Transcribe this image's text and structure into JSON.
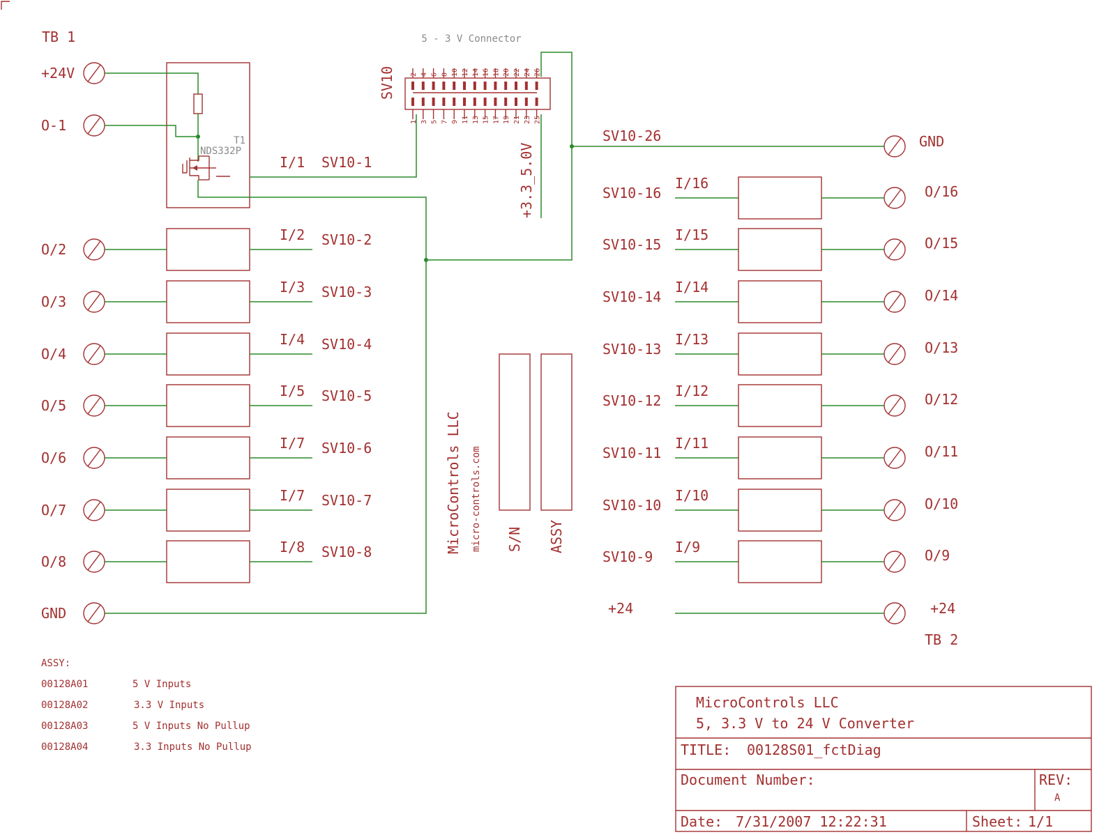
{
  "corner_mark": "",
  "tb1": {
    "label": "TB 1",
    "terminals": [
      "+24V",
      "O-1",
      "O/2",
      "O/3",
      "O/4",
      "O/5",
      "O/6",
      "O/7",
      "O/8",
      "GND"
    ]
  },
  "transistor": {
    "ref": "T1",
    "part": "NDS332P"
  },
  "left_inputs": [
    {
      "net": "I/1",
      "sv": "SV10-1"
    },
    {
      "net": "I/2",
      "sv": "SV10-2"
    },
    {
      "net": "I/3",
      "sv": "SV10-3"
    },
    {
      "net": "I/4",
      "sv": "SV10-4"
    },
    {
      "net": "I/5",
      "sv": "SV10-5"
    },
    {
      "net": "I/7",
      "sv": "SV10-6"
    },
    {
      "net": "I/7",
      "sv": "SV10-7"
    },
    {
      "net": "I/8",
      "sv": "SV10-8"
    }
  ],
  "connector": {
    "title": "5 - 3 V Connector",
    "ref": "SV10",
    "pins_top": [
      "2",
      "4",
      "6",
      "8",
      "10",
      "12",
      "14",
      "16",
      "18",
      "20",
      "22",
      "24",
      "26"
    ],
    "pins_bottom": [
      "1",
      "3",
      "5",
      "7",
      "9",
      "11",
      "13",
      "15",
      "17",
      "19",
      "21",
      "23",
      "25"
    ],
    "supply_label": "+3.3_5.0V"
  },
  "right_gnd": {
    "net": "SV10-26",
    "terminal": "GND"
  },
  "right_rows": [
    {
      "sv": "SV10-16",
      "net": "I/16",
      "out": "O/16"
    },
    {
      "sv": "SV10-15",
      "net": "I/15",
      "out": "O/15"
    },
    {
      "sv": "SV10-14",
      "net": "I/14",
      "out": "O/14"
    },
    {
      "sv": "SV10-13",
      "net": "I/13",
      "out": "O/13"
    },
    {
      "sv": "SV10-12",
      "net": "I/12",
      "out": "O/12"
    },
    {
      "sv": "SV10-11",
      "net": "I/11",
      "out": "O/11"
    },
    {
      "sv": "SV10-10",
      "net": "I/10",
      "out": "O/10"
    },
    {
      "sv": "SV10-9",
      "net": "I/9",
      "out": "O/9"
    }
  ],
  "right_supply": {
    "net": "+24",
    "terminal": "+24"
  },
  "tb2": {
    "label": "TB 2"
  },
  "branding": {
    "company": "MicroControls LLC",
    "website": "micro-controls.com"
  },
  "labels_vertical": {
    "sn": "S/N",
    "assy": "ASSY"
  },
  "assy_list": {
    "heading": "ASSY:",
    "items": [
      {
        "code": "00128A01",
        "desc": "5 V Inputs"
      },
      {
        "code": "00128A02",
        "desc": "3.3 V Inputs"
      },
      {
        "code": "00128A03",
        "desc": "5 V Inputs No Pullup"
      },
      {
        "code": "00128A04",
        "desc": "3.3 Inputs No Pullup"
      }
    ]
  },
  "title_block": {
    "company": "MicroControls  LLC",
    "subtitle": "5, 3.3 V to 24 V Converter",
    "title_label": "TITLE:",
    "title_value": "00128S01_fctDiag",
    "doc_label": "Document Number:",
    "rev_label": "REV:",
    "rev_value": "A",
    "date_label": "Date:",
    "date_value": "7/31/2007 12:22:31",
    "sheet_label": "Sheet:",
    "sheet_value": "1/1"
  },
  "colors": {
    "part": "#a33030",
    "wire": "#2a8a2a",
    "grey_text": "#8a8a8a"
  }
}
